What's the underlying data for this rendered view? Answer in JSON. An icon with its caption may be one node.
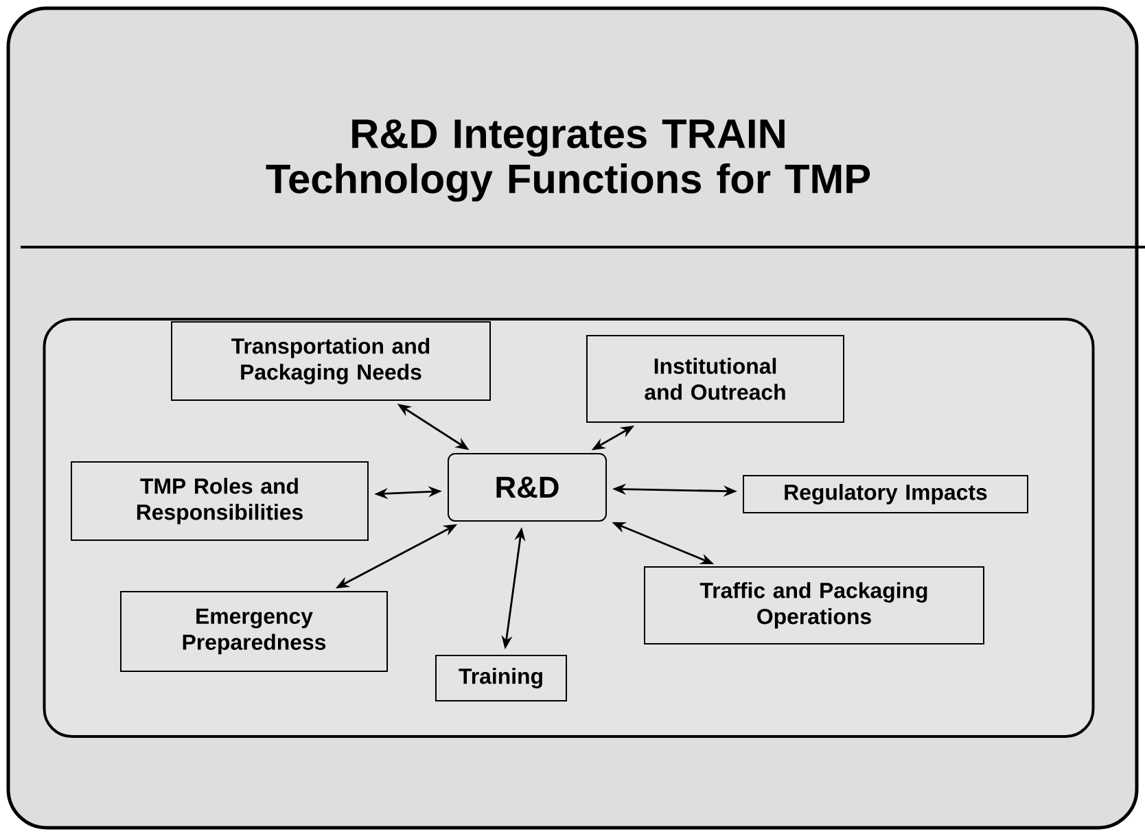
{
  "diagram": {
    "title": "R&D Integrates TRAIN Technology Functions for TMP",
    "nodes": [
      {
        "text": [],
        "shape": "box"
      },
      {
        "text": [
          "Transportation and Packaging Needs"
        ],
        "in": 0
      },
      {
        "text": [
          "Institutional and Outreach"
        ],
        "in": 0
      },
      {
        "text": [
          "TMP Roles and Responsibilities"
        ],
        "in": 0
      },
      {
        "text": [
          "R&D"
        ],
        "in": 0
      },
      {
        "text": [
          "Regulatory Impacts"
        ],
        "in": 0
      },
      {
        "text": [
          "Emergency Preparedness"
        ],
        "in": 0
      },
      {
        "text": [
          "Training"
        ],
        "in": 0
      },
      {
        "text": [
          "Traffic and Packaging Operations"
        ],
        "in": 0
      }
    ],
    "edges": [
      {
        "from": 4,
        "to": 1,
        "arrow": "both"
      },
      {
        "from": 4,
        "to": 2,
        "arrow": "both"
      },
      {
        "from": 4,
        "to": 3,
        "arrow": "both"
      },
      {
        "from": 4,
        "to": 5,
        "arrow": "both"
      },
      {
        "from": 4,
        "to": 6,
        "arrow": "both"
      },
      {
        "from": 4,
        "to": 7,
        "arrow": "both"
      },
      {
        "from": 4,
        "to": 8,
        "arrow": "both"
      }
    ]
  }
}
